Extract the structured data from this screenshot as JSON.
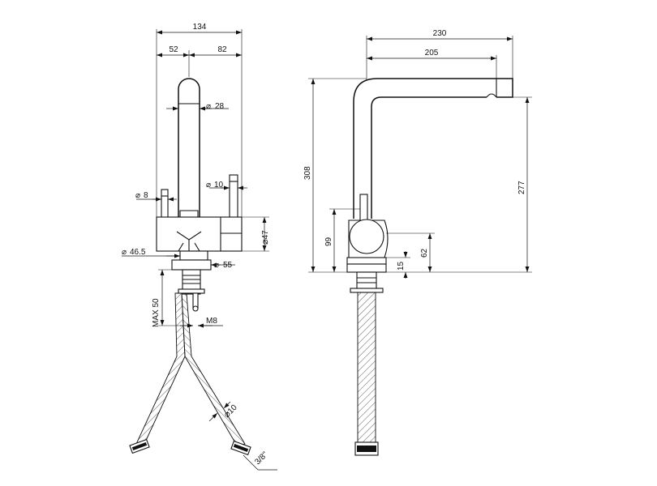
{
  "drawing": {
    "front_view": {
      "overall_width": "134",
      "left_offset": "52",
      "right_offset": "82",
      "spout_diameter": "28",
      "handle_diameter": "10",
      "lever_diameter": "8",
      "body_diameter": "47",
      "base_diameter": "46.5",
      "flange_diameter": "55",
      "max_thickness": "MAX 50",
      "stud_thread": "M8",
      "hose_diameter": "10",
      "hose_connector": "3/8\""
    },
    "side_view": {
      "reach": "230",
      "spout_reach": "205",
      "overall_height": "308",
      "spout_clearance": "277",
      "lever_height": "99",
      "body_height": "62",
      "base_height": "15"
    }
  }
}
